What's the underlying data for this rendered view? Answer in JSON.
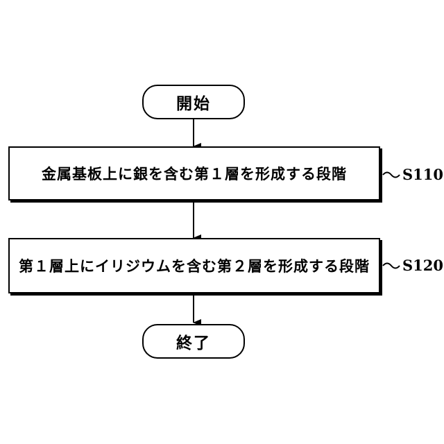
{
  "flowchart": {
    "start": {
      "label": "開始"
    },
    "steps": [
      {
        "id": "S110",
        "text": "金属基板上に銀を含む第１層を形成する段階"
      },
      {
        "id": "S120",
        "text": "第１層上にイリジウムを含む第２層を形成する段階"
      }
    ],
    "end": {
      "label": "終了"
    }
  }
}
